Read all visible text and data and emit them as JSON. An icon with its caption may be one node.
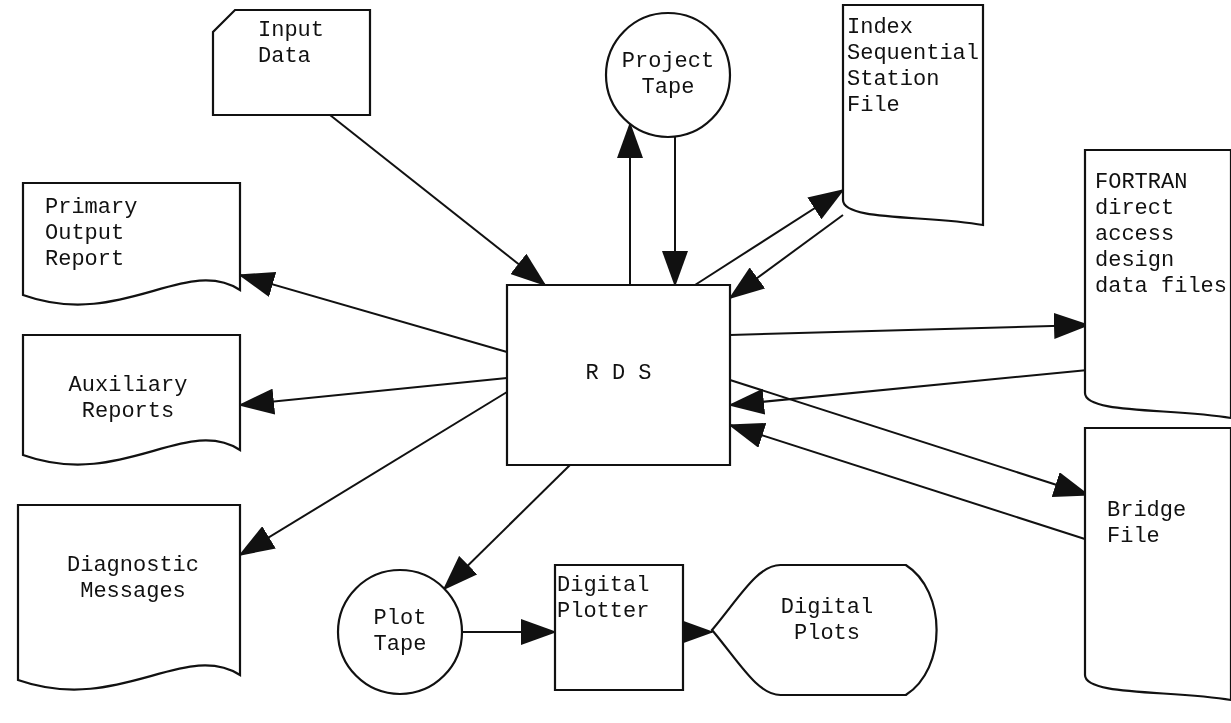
{
  "diagram": {
    "nodes": [
      {
        "text": [
          "Input Data"
        ]
      },
      {
        "text": [
          "Project Tape"
        ]
      },
      {
        "text": [
          "Index Sequential Station File"
        ]
      },
      {
        "text": [
          "Primary Output Report"
        ]
      },
      {
        "text": [
          "FORTRAN direct access design data files"
        ]
      },
      {
        "text": [
          "R D S"
        ]
      },
      {
        "text": [
          "Auxiliary Reports"
        ]
      },
      {
        "text": [
          "Bridge File"
        ]
      },
      {
        "text": [
          "Diagnostic Messages"
        ]
      },
      {
        "text": [
          "Plot Tape"
        ]
      },
      {
        "text": [
          "Digital Plotter"
        ]
      },
      {
        "text": [
          "Digital Plots"
        ]
      }
    ],
    "edges": [
      {
        "from": 0,
        "to": 5,
        "arrow": "to"
      },
      {
        "from": 5,
        "to": 1,
        "arrow": "to"
      },
      {
        "from": 1,
        "to": 5,
        "arrow": "to"
      },
      {
        "from": 5,
        "to": 2,
        "arrow": "to"
      },
      {
        "from": 2,
        "to": 5,
        "arrow": "to"
      },
      {
        "from": 5,
        "to": 4,
        "arrow": "to"
      },
      {
        "from": 4,
        "to": 5,
        "arrow": "to"
      },
      {
        "from": 5,
        "to": 7,
        "arrow": "to"
      },
      {
        "from": 7,
        "to": 5,
        "arrow": "to"
      },
      {
        "from": 5,
        "to": 3,
        "arrow": "to"
      },
      {
        "from": 5,
        "to": 6,
        "arrow": "to"
      },
      {
        "from": 5,
        "to": 8,
        "arrow": "to"
      },
      {
        "from": 5,
        "to": 9,
        "arrow": "to"
      },
      {
        "from": 9,
        "to": 10,
        "arrow": "to"
      },
      {
        "from": 10,
        "to": 11,
        "arrow": "to"
      }
    ]
  }
}
